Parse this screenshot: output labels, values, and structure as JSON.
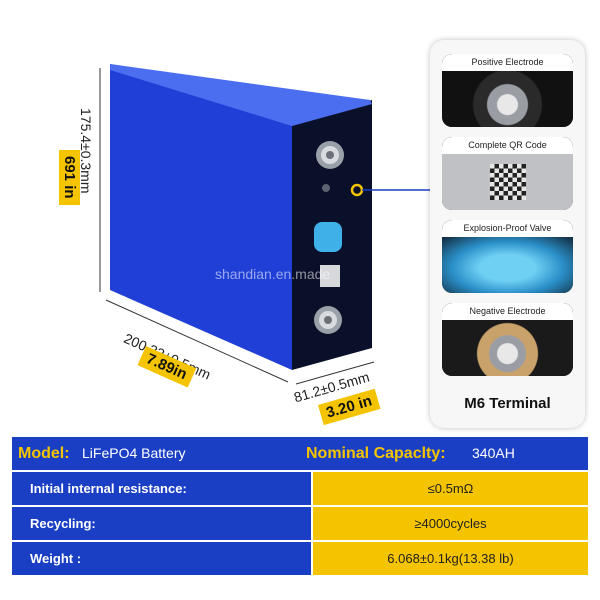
{
  "dimensions": {
    "height_mm": "175.4±0.3mm",
    "height_in": "691 in",
    "width_mm": "200.33±0.5mm",
    "width_in": "7.89in",
    "depth_mm": "81.2±0.5mm",
    "depth_in": "3.20 in"
  },
  "watermark": "shandian.en.made",
  "panel": {
    "features": [
      {
        "label": "Positive Electrode",
        "icon": "positive-terminal-photo"
      },
      {
        "label": "Complete QR Code",
        "icon": "qr-code-photo"
      },
      {
        "label": "Explosion-Proof Valve",
        "icon": "valve-photo"
      },
      {
        "label": "Negative Electrode",
        "icon": "negative-terminal-photo"
      }
    ],
    "title": "M6 Terminal"
  },
  "specs": {
    "model_label": "Model:",
    "model_value": "LiFePO4 Battery",
    "capacity_label": "Nominal Capaclty:",
    "capacity_value": "340AH",
    "rows": [
      {
        "label": "Initial internal resistance:",
        "value": "≤0.5mΩ"
      },
      {
        "label": "Recycling:",
        "value": "≥4000cycles"
      },
      {
        "label": "Weight :",
        "value": "6.068±0.1kg(13.38 lb)"
      }
    ]
  },
  "colors": {
    "battery_blue": "#1f3fd6",
    "accent_yellow": "#f5c400",
    "table_blue": "#1a3fc4"
  }
}
